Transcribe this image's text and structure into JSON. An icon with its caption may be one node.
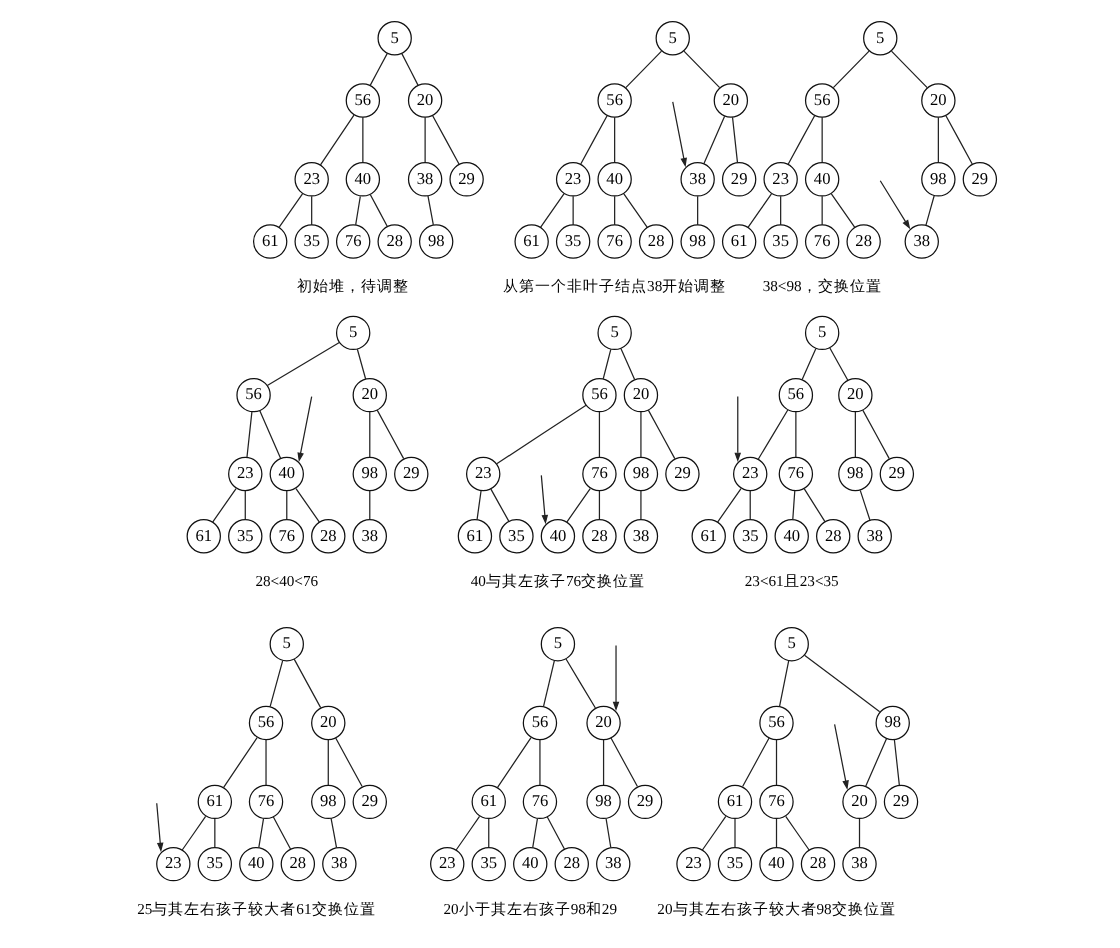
{
  "diagram": {
    "nodes": [
      {
        "text": [
          "5"
        ]
      },
      {
        "text": [
          "56"
        ]
      },
      {
        "text": [
          "20"
        ]
      },
      {
        "text": [
          "23"
        ]
      },
      {
        "text": [
          "40"
        ]
      },
      {
        "text": [
          "38"
        ]
      },
      {
        "text": [
          "29"
        ]
      },
      {
        "text": [
          "61"
        ]
      },
      {
        "text": [
          "35"
        ]
      },
      {
        "text": [
          "76"
        ]
      },
      {
        "text": [
          "28"
        ]
      },
      {
        "text": [
          "98"
        ]
      },
      {
        "text": [
          "5"
        ]
      },
      {
        "text": [
          "56"
        ]
      },
      {
        "text": [
          "20"
        ]
      },
      {
        "text": [
          "23"
        ]
      },
      {
        "text": [
          "40"
        ]
      },
      {
        "text": [
          "38"
        ]
      },
      {
        "text": [
          "29"
        ]
      },
      {
        "text": [
          "61"
        ]
      },
      {
        "text": [
          "35"
        ]
      },
      {
        "text": [
          "76"
        ]
      },
      {
        "text": [
          "28"
        ]
      },
      {
        "text": [
          "98"
        ]
      },
      {
        "text": [
          "5"
        ]
      },
      {
        "text": [
          "56"
        ]
      },
      {
        "text": [
          "20"
        ]
      },
      {
        "text": [
          "23"
        ]
      },
      {
        "text": [
          "40"
        ]
      },
      {
        "text": [
          "98"
        ]
      },
      {
        "text": [
          "29"
        ]
      },
      {
        "text": [
          "61"
        ]
      },
      {
        "text": [
          "35"
        ]
      },
      {
        "text": [
          "76"
        ]
      },
      {
        "text": [
          "28"
        ]
      },
      {
        "text": [
          "38"
        ]
      },
      {
        "text": [
          "5"
        ]
      },
      {
        "text": [
          "56"
        ]
      },
      {
        "text": [
          "20"
        ]
      },
      {
        "text": [
          "23"
        ]
      },
      {
        "text": [
          "40"
        ]
      },
      {
        "text": [
          "98"
        ]
      },
      {
        "text": [
          "29"
        ]
      },
      {
        "text": [
          "61"
        ]
      },
      {
        "text": [
          "35"
        ]
      },
      {
        "text": [
          "76"
        ]
      },
      {
        "text": [
          "28"
        ]
      },
      {
        "text": [
          "38"
        ]
      },
      {
        "text": [
          "5"
        ]
      },
      {
        "text": [
          "56"
        ]
      },
      {
        "text": [
          "20"
        ]
      },
      {
        "text": [
          "23"
        ]
      },
      {
        "text": [
          "76"
        ]
      },
      {
        "text": [
          "98"
        ]
      },
      {
        "text": [
          "29"
        ]
      },
      {
        "text": [
          "61"
        ]
      },
      {
        "text": [
          "35"
        ]
      },
      {
        "text": [
          "40"
        ]
      },
      {
        "text": [
          "28"
        ]
      },
      {
        "text": [
          "38"
        ]
      },
      {
        "text": [
          "5"
        ]
      },
      {
        "text": [
          "56"
        ]
      },
      {
        "text": [
          "20"
        ]
      },
      {
        "text": [
          "23"
        ]
      },
      {
        "text": [
          "76"
        ]
      },
      {
        "text": [
          "98"
        ]
      },
      {
        "text": [
          "29"
        ]
      },
      {
        "text": [
          "61"
        ]
      },
      {
        "text": [
          "35"
        ]
      },
      {
        "text": [
          "40"
        ]
      },
      {
        "text": [
          "28"
        ]
      },
      {
        "text": [
          "38"
        ]
      },
      {
        "text": [
          "5"
        ]
      },
      {
        "text": [
          "56"
        ]
      },
      {
        "text": [
          "20"
        ]
      },
      {
        "text": [
          "61"
        ]
      },
      {
        "text": [
          "76"
        ]
      },
      {
        "text": [
          "98"
        ]
      },
      {
        "text": [
          "29"
        ]
      },
      {
        "text": [
          "23"
        ]
      },
      {
        "text": [
          "35"
        ]
      },
      {
        "text": [
          "40"
        ]
      },
      {
        "text": [
          "28"
        ]
      },
      {
        "text": [
          "38"
        ]
      },
      {
        "text": [
          "5"
        ]
      },
      {
        "text": [
          "56"
        ]
      },
      {
        "text": [
          "20"
        ]
      },
      {
        "text": [
          "61"
        ]
      },
      {
        "text": [
          "76"
        ]
      },
      {
        "text": [
          "98"
        ]
      },
      {
        "text": [
          "29"
        ]
      },
      {
        "text": [
          "23"
        ]
      },
      {
        "text": [
          "35"
        ]
      },
      {
        "text": [
          "40"
        ]
      },
      {
        "text": [
          "28"
        ]
      },
      {
        "text": [
          "38"
        ]
      },
      {
        "text": [
          "5"
        ]
      },
      {
        "text": [
          "56"
        ]
      },
      {
        "text": [
          "98"
        ]
      },
      {
        "text": [
          "61"
        ]
      },
      {
        "text": [
          "76"
        ]
      },
      {
        "text": [
          "20"
        ]
      },
      {
        "text": [
          "29"
        ]
      },
      {
        "text": [
          "23"
        ]
      },
      {
        "text": [
          "35"
        ]
      },
      {
        "text": [
          "40"
        ]
      },
      {
        "text": [
          "28"
        ]
      },
      {
        "text": [
          "38"
        ]
      }
    ],
    "edges": [
      {
        "from": 0,
        "to": 1,
        "arrow": "none"
      },
      {
        "from": 0,
        "to": 2,
        "arrow": "none"
      },
      {
        "from": 1,
        "to": 3,
        "arrow": "none"
      },
      {
        "from": 1,
        "to": 4,
        "arrow": "none"
      },
      {
        "from": 2,
        "to": 5,
        "arrow": "none"
      },
      {
        "from": 2,
        "to": 6,
        "arrow": "none"
      },
      {
        "from": 3,
        "to": 7,
        "arrow": "none"
      },
      {
        "from": 3,
        "to": 8,
        "arrow": "none"
      },
      {
        "from": 4,
        "to": 9,
        "arrow": "none"
      },
      {
        "from": 4,
        "to": 10,
        "arrow": "none"
      },
      {
        "from": 5,
        "to": 11,
        "arrow": "none"
      },
      {
        "from": 12,
        "to": 13,
        "arrow": "none"
      },
      {
        "from": 12,
        "to": 14,
        "arrow": "none"
      },
      {
        "from": 13,
        "to": 15,
        "arrow": "none"
      },
      {
        "from": 13,
        "to": 16,
        "arrow": "none"
      },
      {
        "from": 14,
        "to": 17,
        "arrow": "none"
      },
      {
        "from": 14,
        "to": 18,
        "arrow": "none"
      },
      {
        "from": 15,
        "to": 19,
        "arrow": "none"
      },
      {
        "from": 15,
        "to": 20,
        "arrow": "none"
      },
      {
        "from": 16,
        "to": 21,
        "arrow": "none"
      },
      {
        "from": 16,
        "to": 22,
        "arrow": "none"
      },
      {
        "from": 17,
        "to": 23,
        "arrow": "none"
      },
      {
        "from": null,
        "to": 17,
        "arrow": "to"
      },
      {
        "from": 24,
        "to": 25,
        "arrow": "none"
      },
      {
        "from": 24,
        "to": 26,
        "arrow": "none"
      },
      {
        "from": 25,
        "to": 27,
        "arrow": "none"
      },
      {
        "from": 25,
        "to": 28,
        "arrow": "none"
      },
      {
        "from": 26,
        "to": 29,
        "arrow": "none"
      },
      {
        "from": 26,
        "to": 30,
        "arrow": "none"
      },
      {
        "from": 27,
        "to": 31,
        "arrow": "none"
      },
      {
        "from": 27,
        "to": 32,
        "arrow": "none"
      },
      {
        "from": 28,
        "to": 33,
        "arrow": "none"
      },
      {
        "from": 28,
        "to": 34,
        "arrow": "none"
      },
      {
        "from": 29,
        "to": 35,
        "arrow": "none"
      },
      {
        "from": null,
        "to": 35,
        "arrow": "to"
      },
      {
        "from": 36,
        "to": 37,
        "arrow": "none"
      },
      {
        "from": 36,
        "to": 38,
        "arrow": "none"
      },
      {
        "from": 37,
        "to": 39,
        "arrow": "none"
      },
      {
        "from": 37,
        "to": 40,
        "arrow": "none"
      },
      {
        "from": 38,
        "to": 41,
        "arrow": "none"
      },
      {
        "from": 38,
        "to": 42,
        "arrow": "none"
      },
      {
        "from": 39,
        "to": 43,
        "arrow": "none"
      },
      {
        "from": 39,
        "to": 44,
        "arrow": "none"
      },
      {
        "from": 40,
        "to": 45,
        "arrow": "none"
      },
      {
        "from": 40,
        "to": 46,
        "arrow": "none"
      },
      {
        "from": 41,
        "to": 47,
        "arrow": "none"
      },
      {
        "from": null,
        "to": 40,
        "arrow": "to"
      },
      {
        "from": 48,
        "to": 49,
        "arrow": "none"
      },
      {
        "from": 48,
        "to": 50,
        "arrow": "none"
      },
      {
        "from": 49,
        "to": 51,
        "arrow": "none"
      },
      {
        "from": 49,
        "to": 52,
        "arrow": "none"
      },
      {
        "from": 50,
        "to": 53,
        "arrow": "none"
      },
      {
        "from": 50,
        "to": 54,
        "arrow": "none"
      },
      {
        "from": 51,
        "to": 55,
        "arrow": "none"
      },
      {
        "from": 51,
        "to": 56,
        "arrow": "none"
      },
      {
        "from": 52,
        "to": 57,
        "arrow": "none"
      },
      {
        "from": 52,
        "to": 58,
        "arrow": "none"
      },
      {
        "from": 53,
        "to": 59,
        "arrow": "none"
      },
      {
        "from": null,
        "to": 57,
        "arrow": "to"
      },
      {
        "from": 60,
        "to": 61,
        "arrow": "none"
      },
      {
        "from": 60,
        "to": 62,
        "arrow": "none"
      },
      {
        "from": 61,
        "to": 63,
        "arrow": "none"
      },
      {
        "from": 61,
        "to": 64,
        "arrow": "none"
      },
      {
        "from": 62,
        "to": 65,
        "arrow": "none"
      },
      {
        "from": 62,
        "to": 66,
        "arrow": "none"
      },
      {
        "from": 63,
        "to": 67,
        "arrow": "none"
      },
      {
        "from": 63,
        "to": 68,
        "arrow": "none"
      },
      {
        "from": 64,
        "to": 69,
        "arrow": "none"
      },
      {
        "from": 64,
        "to": 70,
        "arrow": "none"
      },
      {
        "from": 65,
        "to": 71,
        "arrow": "none"
      },
      {
        "from": null,
        "to": 63,
        "arrow": "to"
      },
      {
        "from": 72,
        "to": 73,
        "arrow": "none"
      },
      {
        "from": 72,
        "to": 74,
        "arrow": "none"
      },
      {
        "from": 73,
        "to": 75,
        "arrow": "none"
      },
      {
        "from": 73,
        "to": 76,
        "arrow": "none"
      },
      {
        "from": 74,
        "to": 77,
        "arrow": "none"
      },
      {
        "from": 74,
        "to": 78,
        "arrow": "none"
      },
      {
        "from": 75,
        "to": 79,
        "arrow": "none"
      },
      {
        "from": 75,
        "to": 80,
        "arrow": "none"
      },
      {
        "from": 76,
        "to": 81,
        "arrow": "none"
      },
      {
        "from": 76,
        "to": 82,
        "arrow": "none"
      },
      {
        "from": 77,
        "to": 83,
        "arrow": "none"
      },
      {
        "from": null,
        "to": 79,
        "arrow": "to"
      },
      {
        "from": 84,
        "to": 85,
        "arrow": "none"
      },
      {
        "from": 84,
        "to": 86,
        "arrow": "none"
      },
      {
        "from": 85,
        "to": 87,
        "arrow": "none"
      },
      {
        "from": 85,
        "to": 88,
        "arrow": "none"
      },
      {
        "from": 86,
        "to": 89,
        "arrow": "none"
      },
      {
        "from": 86,
        "to": 90,
        "arrow": "none"
      },
      {
        "from": 87,
        "to": 91,
        "arrow": "none"
      },
      {
        "from": 87,
        "to": 92,
        "arrow": "none"
      },
      {
        "from": 88,
        "to": 93,
        "arrow": "none"
      },
      {
        "from": 88,
        "to": 94,
        "arrow": "none"
      },
      {
        "from": 89,
        "to": 95,
        "arrow": "none"
      },
      {
        "from": null,
        "to": 86,
        "arrow": "to"
      },
      {
        "from": 96,
        "to": 97,
        "arrow": "none"
      },
      {
        "from": 96,
        "to": 98,
        "arrow": "none"
      },
      {
        "from": 97,
        "to": 99,
        "arrow": "none"
      },
      {
        "from": 97,
        "to": 100,
        "arrow": "none"
      },
      {
        "from": 98,
        "to": 101,
        "arrow": "none"
      },
      {
        "from": 98,
        "to": 102,
        "arrow": "none"
      },
      {
        "from": 99,
        "to": 103,
        "arrow": "none"
      },
      {
        "from": 99,
        "to": 104,
        "arrow": "none"
      },
      {
        "from": 100,
        "to": 105,
        "arrow": "none"
      },
      {
        "from": 100,
        "to": 106,
        "arrow": "none"
      },
      {
        "from": 101,
        "to": 107,
        "arrow": "none"
      },
      {
        "from": null,
        "to": 101,
        "arrow": "to"
      }
    ],
    "labels": [
      "初始堆，待调整",
      "从第一个非叶子结点38开始调整",
      "38<98，交换位置",
      "28<40<76",
      "40与其左孩子76交换位置",
      "23<61且23<35",
      "25与其左右孩子较大者61交换位置",
      "20小于其左右孩子98和29",
      "20与其左右孩子较大者98交换位置"
    ]
  }
}
